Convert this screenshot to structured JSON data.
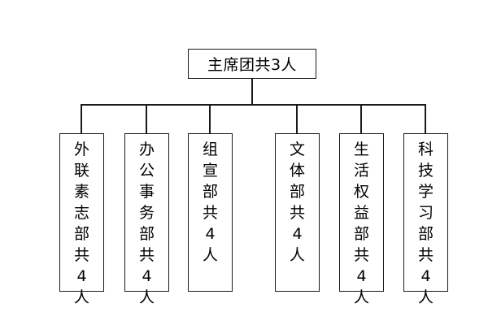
{
  "root": {
    "label": "主席团共3人"
  },
  "departments": [
    {
      "label": "外联素志部共4人",
      "chars": [
        "外",
        "联",
        "素",
        "志",
        "部",
        "共",
        "4",
        "人"
      ]
    },
    {
      "label": "办公事务部共4人",
      "chars": [
        "办",
        "公",
        "事",
        "务",
        "部",
        "共",
        "4",
        "人"
      ]
    },
    {
      "label": "组宣部共4人",
      "chars": [
        "组",
        "宣",
        "部",
        "共",
        "4",
        "人"
      ]
    },
    {
      "label": "文体部共4人",
      "chars": [
        "文",
        "体",
        "部",
        "共",
        "4",
        "人"
      ]
    },
    {
      "label": "生活权益部共4人",
      "chars": [
        "生",
        "活",
        "权",
        "益",
        "部",
        "共",
        "4",
        "人"
      ]
    },
    {
      "label": "科技学习部共4人",
      "chars": [
        "科",
        "技",
        "学",
        "习",
        "部",
        "共",
        "4",
        "人"
      ]
    }
  ]
}
